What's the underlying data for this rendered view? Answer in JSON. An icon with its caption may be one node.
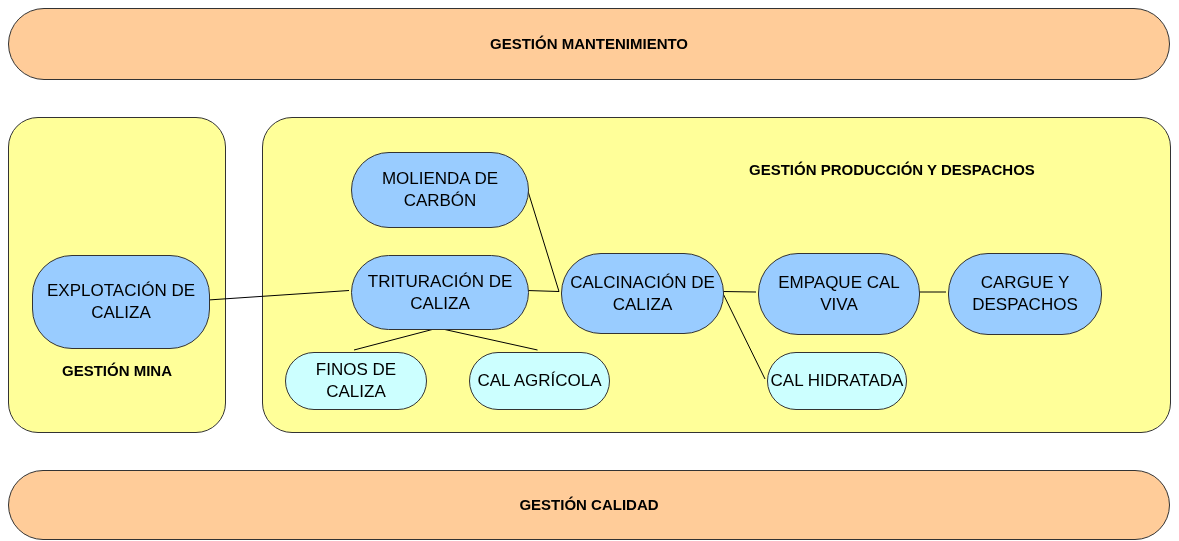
{
  "diagram": {
    "nodes": [
      {
        "text": [
          "GESTIÓN MANTENIMIENTO"
        ]
      },
      {
        "text": [
          "GESTIÓN MINA"
        ]
      },
      {
        "text": [
          "EXPLOTACIÓN DE CALIZA"
        ],
        "in": 1
      },
      {
        "text": [
          "GESTIÓN PRODUCCIÓN Y DESPACHOS"
        ]
      },
      {
        "text": [
          "MOLIENDA DE CARBÓN"
        ],
        "in": 3
      },
      {
        "text": [
          "TRITURACIÓN DE CALIZA"
        ],
        "in": 3
      },
      {
        "text": [
          "CALCINACIÓN DE CALIZA"
        ],
        "in": 3
      },
      {
        "text": [
          "EMPAQUE CAL VIVA"
        ],
        "in": 3
      },
      {
        "text": [
          "CARGUE Y DESPACHOS"
        ],
        "in": 3
      },
      {
        "text": [
          "FINOS DE CALIZA"
        ],
        "in": 3
      },
      {
        "text": [
          "CAL AGRÍCOLA"
        ],
        "in": 3
      },
      {
        "text": [
          "CAL HIDRATADA"
        ],
        "in": 3
      },
      {
        "text": [
          "GESTIÓN CALIDAD"
        ]
      }
    ],
    "edges": [
      {
        "from": 2,
        "to": 5,
        "arrow": "none"
      },
      {
        "from": 5,
        "to": 6,
        "arrow": "none"
      },
      {
        "from": 4,
        "to": 6,
        "arrow": "none"
      },
      {
        "from": 6,
        "to": 7,
        "arrow": "none"
      },
      {
        "from": 7,
        "to": 8,
        "arrow": "none"
      },
      {
        "from": 5,
        "to": 9,
        "arrow": "none"
      },
      {
        "from": 5,
        "to": 10,
        "arrow": "none"
      },
      {
        "from": 6,
        "to": 11,
        "arrow": "none"
      }
    ]
  }
}
